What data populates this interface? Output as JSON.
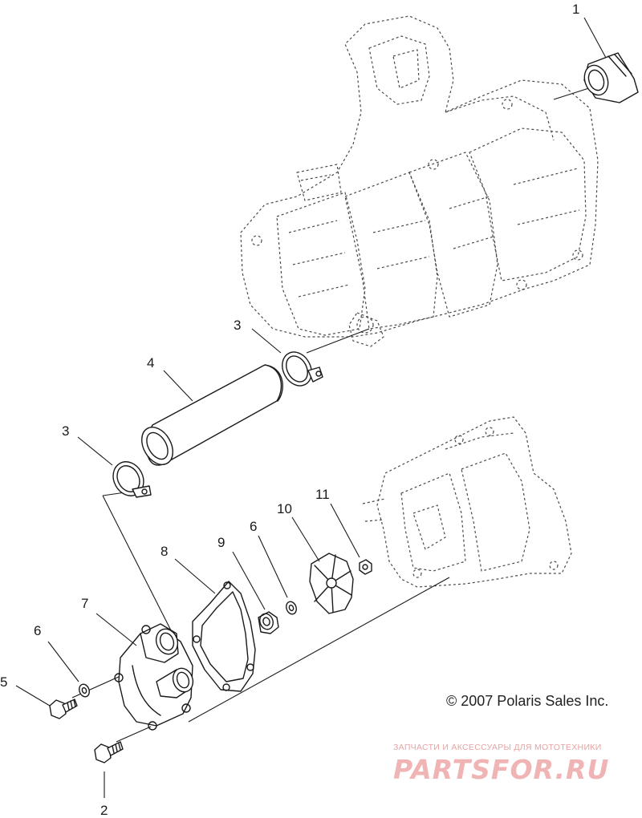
{
  "callouts": [
    {
      "id": "c1",
      "label": "1"
    },
    {
      "id": "c2",
      "label": "2"
    },
    {
      "id": "c3a",
      "label": "3"
    },
    {
      "id": "c3b",
      "label": "3"
    },
    {
      "id": "c4",
      "label": "4"
    },
    {
      "id": "c5",
      "label": "5"
    },
    {
      "id": "c6a",
      "label": "6"
    },
    {
      "id": "c6b",
      "label": "6"
    },
    {
      "id": "c7",
      "label": "7"
    },
    {
      "id": "c8",
      "label": "8"
    },
    {
      "id": "c9",
      "label": "9"
    },
    {
      "id": "c10",
      "label": "10"
    },
    {
      "id": "c11",
      "label": "11"
    }
  ],
  "copyright": "© 2007 Polaris Sales Inc.",
  "watermark": {
    "tagline": "ЗАПЧАСТИ И АКСЕССУАРЫ ДЛЯ МОТОТЕХНИКИ",
    "logo": "PARTSFOR.RU"
  }
}
